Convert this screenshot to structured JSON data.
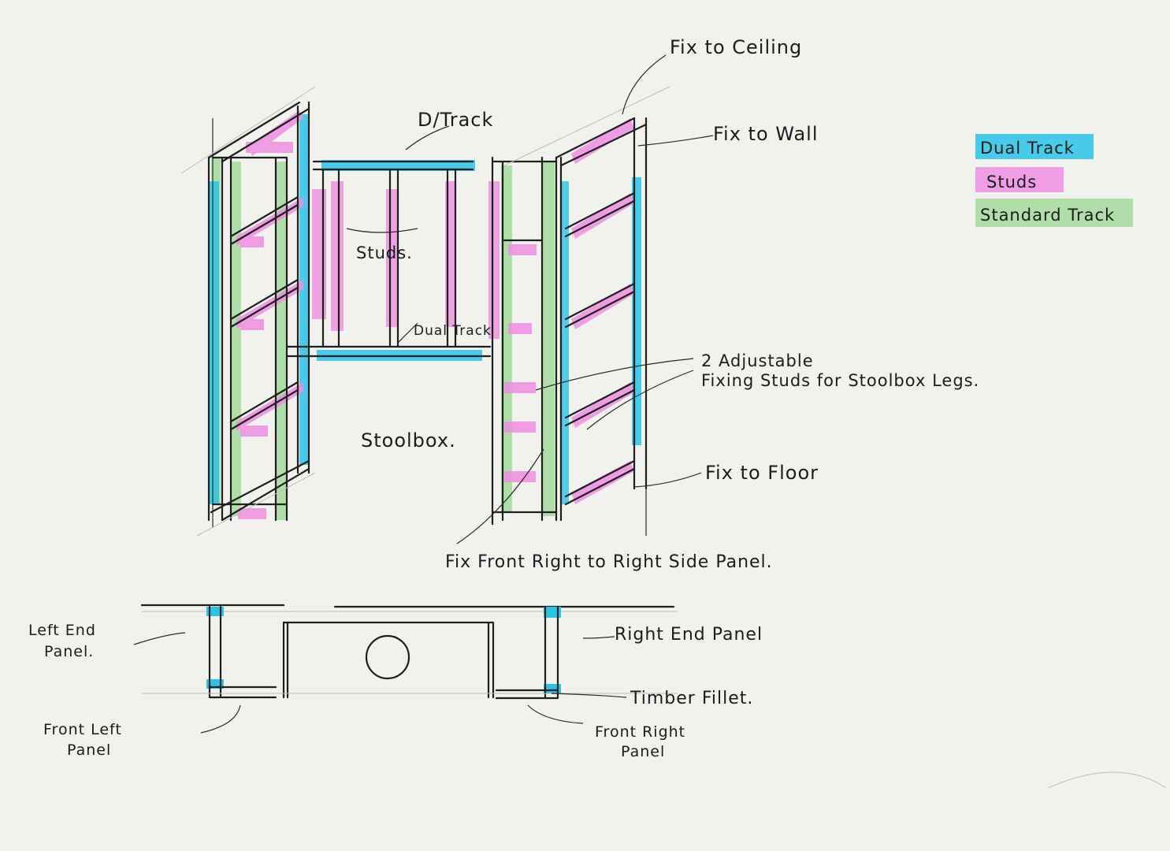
{
  "colors": {
    "paper": "#f1f1ee",
    "dual_track": "#29c4e6",
    "studs": "#ee8fe0",
    "standard_track": "#a9dca0",
    "ink": "#1c1c1c"
  },
  "legend": [
    {
      "label": "Dual Track",
      "color": "#29c4e6"
    },
    {
      "label": "Studs",
      "color": "#ee8fe0"
    },
    {
      "label": "Standard Track",
      "color": "#a9dca0"
    }
  ],
  "labels": {
    "fix_ceiling": "Fix to Ceiling",
    "fix_wall": "Fix to Wall",
    "d_track_top": "D/Track",
    "studs": "Studs.",
    "d_track_bottom": "Dual Track",
    "adjustable_studs_line1": "2 Adjustable",
    "adjustable_studs_line2": "Fixing Studs for Stoolbox Legs.",
    "stoolbox": "Stoolbox.",
    "fix_floor": "Fix to Floor",
    "fix_front_right": "Fix Front Right to Right Side Panel.",
    "left_end_panel_1": "Left End",
    "left_end_panel_2": "Panel.",
    "right_end_panel": "Right End Panel",
    "timber_fillet": "Timber Fillet.",
    "front_left_panel_1": "Front Left",
    "front_left_panel_2": "Panel",
    "front_right_panel_1": "Front Right",
    "front_right_panel_2": "Panel"
  }
}
